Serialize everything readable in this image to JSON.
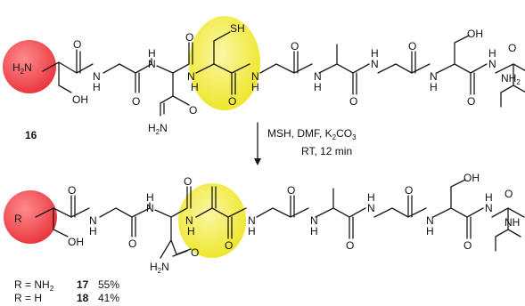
{
  "top": {
    "compound_number": "16",
    "h2n": "H2N",
    "oh1": "OH",
    "sh": "SH",
    "oh2": "OH",
    "amide_end": "NH2",
    "asn_amide": "H2N"
  },
  "conditions": {
    "line1": "MSH, DMF, K2CO3",
    "line2": "RT, 12 min"
  },
  "bottom": {
    "r": "R",
    "oh1": "OH",
    "oh2": "OH",
    "amide_end": "NH",
    "asn_amide": "H2N"
  },
  "products": [
    {
      "r_def": "R = NH2",
      "number": "17",
      "yield": "55%"
    },
    {
      "r_def": "R = H",
      "number": "18",
      "yield": "41%"
    }
  ],
  "atoms": {
    "o": "O",
    "n": "N",
    "h": "H"
  },
  "colors": {
    "red_highlight": "#e8323c",
    "yellow_highlight": "#f2ec1c"
  }
}
